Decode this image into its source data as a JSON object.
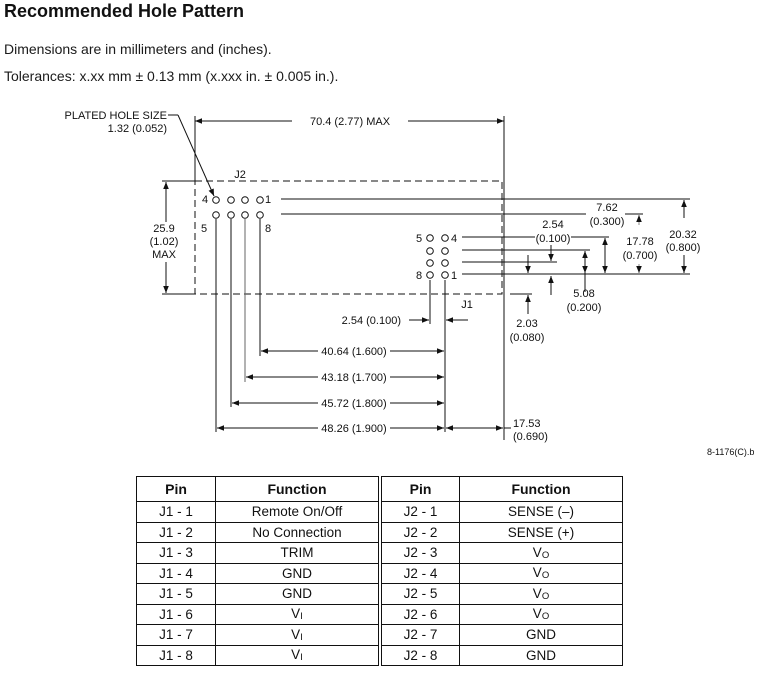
{
  "header": {
    "title": "Recommended Hole Pattern",
    "units_note": "Dimensions are in millimeters and (inches).",
    "tolerance_note": "Tolerances: x.xx mm ± 0.13 mm (x.xxx in. ± 0.005 in.)."
  },
  "drawing": {
    "plated_hole_label": "PLATED HOLE SIZE",
    "plated_hole_value": "1.32 (0.052)",
    "overall_width": "70.4 (2.77) MAX",
    "overall_height": [
      "25.9",
      "(1.02)",
      "MAX"
    ],
    "connector_j2": {
      "label": "J2",
      "pin_labels": {
        "top_left": "4",
        "top_right": "1",
        "bottom_left": "5",
        "bottom_right": "8"
      }
    },
    "connector_j1": {
      "label": "J1",
      "pin_labels": {
        "top_left": "5",
        "top_right": "4",
        "bottom_left": "8",
        "bottom_right": "1"
      }
    },
    "dimensions": {
      "d_7_62": [
        "7.62",
        "(0.300)"
      ],
      "d_2_54_v": [
        "2.54",
        "(0.100)"
      ],
      "d_17_78": [
        "17.78",
        "(0.700)"
      ],
      "d_20_32": [
        "20.32",
        "(0.800)"
      ],
      "d_5_08": [
        "5.08",
        "(0.200)"
      ],
      "d_2_03": [
        "2.03",
        "(0.080)"
      ],
      "d_2_54_h": "2.54 (0.100)",
      "d_40_64": "40.64 (1.600)",
      "d_43_18": "43.18 (1.700)",
      "d_45_72": "45.72 (1.800)",
      "d_48_26": "48.26 (1.900)",
      "d_17_53": [
        "17.53",
        "(0.690)"
      ]
    },
    "figure_id": "8-1176(C).b"
  },
  "pin_table": {
    "headers": [
      "Pin",
      "Function",
      "Pin",
      "Function"
    ],
    "rows": [
      {
        "j1_pin": "J1 - 1",
        "j1_func": "Remote On/Off",
        "j2_pin": "J2 - 1",
        "j2_func": "SENSE (–)"
      },
      {
        "j1_pin": "J1 - 2",
        "j1_func": "No Connection",
        "j2_pin": "J2 - 2",
        "j2_func": "SENSE (+)"
      },
      {
        "j1_pin": "J1 - 3",
        "j1_func": "TRIM",
        "j2_pin": "J2 - 3",
        "j2_func": "Vo"
      },
      {
        "j1_pin": "J1 - 4",
        "j1_func": "GND",
        "j2_pin": "J2 - 4",
        "j2_func": "Vo"
      },
      {
        "j1_pin": "J1 - 5",
        "j1_func": "GND",
        "j2_pin": "J2 - 5",
        "j2_func": "Vo"
      },
      {
        "j1_pin": "J1 - 6",
        "j1_func": "VI",
        "j2_pin": "J2 - 6",
        "j2_func": "Vo"
      },
      {
        "j1_pin": "J1 - 7",
        "j1_func": "VI",
        "j2_pin": "J2 - 7",
        "j2_func": "GND"
      },
      {
        "j1_pin": "J1 - 8",
        "j1_func": "VI",
        "j2_pin": "J2 - 8",
        "j2_func": "GND"
      }
    ]
  }
}
